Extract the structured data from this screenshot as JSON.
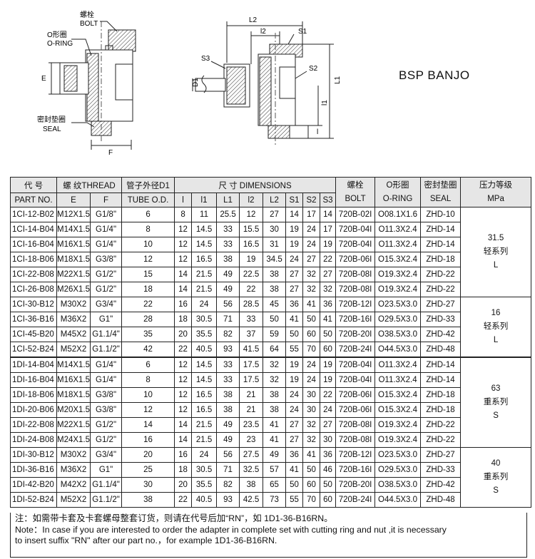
{
  "page": {
    "title": "BSP BANJO"
  },
  "drawing_labels": {
    "bolt_cn": "螺栓",
    "bolt_en": "BOLT",
    "oring_cn": "O形圈",
    "oring_en": "O-RING",
    "seal_cn": "密封垫圈",
    "seal_en": "SEAL",
    "dim_E": "E",
    "dim_F": "F",
    "dim_L2": "L2",
    "dim_l2": "l2",
    "dim_S1": "S1",
    "dim_S2": "S2",
    "dim_S3": "S3",
    "dim_D1": "D1",
    "dim_L1": "L1",
    "dim_l1": "l1",
    "dim_l": "l"
  },
  "table": {
    "headers_row1": {
      "code": "代  号",
      "thread": "螺 纹THREAD",
      "tube": "管子外径D1",
      "dims": "尺  寸     DIMENSIONS",
      "bolt": "螺栓",
      "oring": "O形圈",
      "seal": "密封垫圈",
      "pressure": "压力等级"
    },
    "headers_row2": {
      "part": "PART  NO.",
      "E": "E",
      "F": "F",
      "tube": "TUBE O.D.",
      "l": "l",
      "l1": "l1",
      "L1": "L1",
      "l2": "l2",
      "L2": "L2",
      "S1": "S1",
      "S2": "S2",
      "S3": "S3",
      "bolt": "BOLT",
      "oring": "O-RING",
      "seal": "SEAL",
      "pressure": "MPa"
    },
    "rows": [
      [
        "1CI-12-B02",
        "M12X1.5",
        "G1/8\"",
        "6",
        "8",
        "11",
        "25.5",
        "12",
        "27",
        "14",
        "17",
        "14",
        "720B-02I",
        "O08.1X1.6",
        "ZHD-10"
      ],
      [
        "1CI-14-B04",
        "M14X1.5",
        "G1/4\"",
        "8",
        "12",
        "14.5",
        "33",
        "15.5",
        "30",
        "19",
        "24",
        "17",
        "720B-04I",
        "O11.3X2.4",
        "ZHD-14"
      ],
      [
        "1CI-16-B04",
        "M16X1.5",
        "G1/4\"",
        "10",
        "12",
        "14.5",
        "33",
        "16.5",
        "31",
        "19",
        "24",
        "19",
        "720B-04I",
        "O11.3X2.4",
        "ZHD-14"
      ],
      [
        "1CI-18-B06",
        "M18X1.5",
        "G3/8\"",
        "12",
        "12",
        "16.5",
        "38",
        "19",
        "34.5",
        "24",
        "27",
        "22",
        "720B-06I",
        "O15.3X2.4",
        "ZHD-18"
      ],
      [
        "1CI-22-B08",
        "M22X1.5",
        "G1/2\"",
        "15",
        "14",
        "21.5",
        "49",
        "22.5",
        "38",
        "27",
        "32",
        "27",
        "720B-08I",
        "O19.3X2.4",
        "ZHD-22"
      ],
      [
        "1CI-26-B08",
        "M26X1.5",
        "G1/2\"",
        "18",
        "14",
        "21.5",
        "49",
        "22",
        "38",
        "27",
        "32",
        "32",
        "720B-08I",
        "O19.3X2.4",
        "ZHD-22"
      ],
      [
        "1CI-30-B12",
        "M30X2",
        "G3/4\"",
        "22",
        "16",
        "24",
        "56",
        "28.5",
        "45",
        "36",
        "41",
        "36",
        "720B-12I",
        "O23.5X3.0",
        "ZHD-27"
      ],
      [
        "1CI-36-B16",
        "M36X2",
        "G1\"",
        "28",
        "18",
        "30.5",
        "71",
        "33",
        "50",
        "41",
        "50",
        "41",
        "720B-16I",
        "O29.5X3.0",
        "ZHD-33"
      ],
      [
        "1CI-45-B20",
        "M45X2",
        "G1.1/4\"",
        "35",
        "20",
        "35.5",
        "82",
        "37",
        "59",
        "50",
        "60",
        "50",
        "720B-20I",
        "O38.5X3.0",
        "ZHD-42"
      ],
      [
        "1CI-52-B24",
        "M52X2",
        "G1.1/2\"",
        "42",
        "22",
        "40.5",
        "93",
        "41.5",
        "64",
        "55",
        "70",
        "60",
        "720B-24I",
        "O44.5X3.0",
        "ZHD-48"
      ],
      [
        "1DI-14-B04",
        "M14X1.5",
        "G1/4\"",
        "6",
        "12",
        "14.5",
        "33",
        "17.5",
        "32",
        "19",
        "24",
        "19",
        "720B-04I",
        "O11.3X2.4",
        "ZHD-14"
      ],
      [
        "1DI-16-B04",
        "M16X1.5",
        "G1/4\"",
        "8",
        "12",
        "14.5",
        "33",
        "17.5",
        "32",
        "19",
        "24",
        "19",
        "720B-04I",
        "O11.3X2.4",
        "ZHD-14"
      ],
      [
        "1DI-18-B06",
        "M18X1.5",
        "G3/8\"",
        "10",
        "12",
        "16.5",
        "38",
        "21",
        "38",
        "24",
        "30",
        "22",
        "720B-06I",
        "O15.3X2.4",
        "ZHD-18"
      ],
      [
        "1DI-20-B06",
        "M20X1.5",
        "G3/8\"",
        "12",
        "12",
        "16.5",
        "38",
        "21",
        "38",
        "24",
        "30",
        "24",
        "720B-06I",
        "O15.3X2.4",
        "ZHD-18"
      ],
      [
        "1DI-22-B08",
        "M22X1.5",
        "G1/2\"",
        "14",
        "14",
        "21.5",
        "49",
        "23.5",
        "41",
        "27",
        "32",
        "27",
        "720B-08I",
        "O19.3X2.4",
        "ZHD-22"
      ],
      [
        "1DI-24-B08",
        "M24X1.5",
        "G1/2\"",
        "16",
        "14",
        "21.5",
        "49",
        "23",
        "41",
        "27",
        "32",
        "30",
        "720B-08I",
        "O19.3X2.4",
        "ZHD-22"
      ],
      [
        "1DI-30-B12",
        "M30X2",
        "G3/4\"",
        "20",
        "16",
        "24",
        "56",
        "27.5",
        "49",
        "36",
        "41",
        "36",
        "720B-12I",
        "O23.5X3.0",
        "ZHD-27"
      ],
      [
        "1DI-36-B16",
        "M36X2",
        "G1\"",
        "25",
        "18",
        "30.5",
        "71",
        "32.5",
        "57",
        "41",
        "50",
        "46",
        "720B-16I",
        "O29.5X3.0",
        "ZHD-33"
      ],
      [
        "1DI-42-B20",
        "M42X2",
        "G1.1/4\"",
        "30",
        "20",
        "35.5",
        "82",
        "38",
        "65",
        "50",
        "60",
        "50",
        "720B-20I",
        "O38.5X3.0",
        "ZHD-42"
      ],
      [
        "1DI-52-B24",
        "M52X2",
        "G1.1/2\"",
        "38",
        "22",
        "40.5",
        "93",
        "42.5",
        "73",
        "55",
        "70",
        "60",
        "720B-24I",
        "O44.5X3.0",
        "ZHD-48"
      ]
    ],
    "pressure_groups": [
      {
        "value": "31.5",
        "series": "轻系列",
        "code": "L"
      },
      {
        "value": "16",
        "series": "轻系列",
        "code": "L"
      },
      {
        "value": "63",
        "series": "重系列",
        "code": "S"
      },
      {
        "value": "40",
        "series": "重系列",
        "code": "S"
      }
    ]
  },
  "notes": {
    "cn": "注：如需带卡套及卡套螺母整套订货，则请在代号后加“RN”，如 1D1-36-B16RN。",
    "en_line1": "Note：In case if you are interested to order the adapter in complete set with cutting ring and nut ,it is necessary",
    "en_line2": "to insert suffix \"RN\" after our part no.，for example 1D1-36-B16RN."
  }
}
